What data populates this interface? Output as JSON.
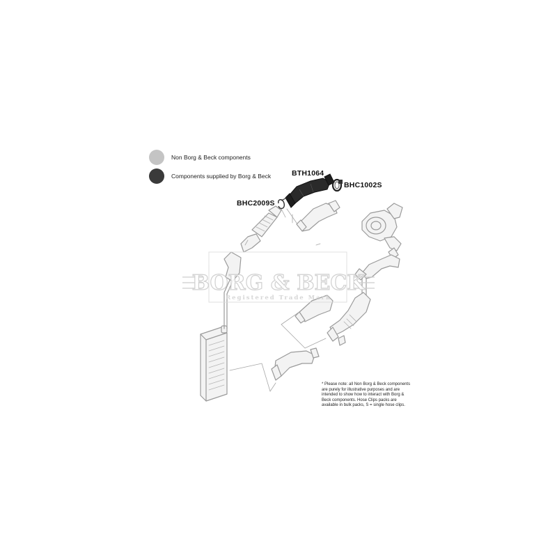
{
  "legend": {
    "items": [
      {
        "label": "Non Borg & Beck components",
        "color": "#c4c4c4"
      },
      {
        "label": "Components supplied by Borg & Beck",
        "color": "#3a3a3a"
      }
    ]
  },
  "parts": {
    "hose_label": "BTH1064",
    "hose_clip_label": "BHC1002S",
    "clip_label": "BHC2009S"
  },
  "watermark": {
    "brand": "BORG & BECK",
    "subtitle": "Registered Trade Mark"
  },
  "note": {
    "text": "* Please note: all Non Borg & Beck components are purely for illustrative purposes and are intended to show how to interact with Borg & Beck components. Hose Clips packs are available in bulk packs, S = single hose clips."
  },
  "colors": {
    "supplied": "#2a2a2a",
    "non_supplied_fill": "#f3f3f3",
    "non_supplied_stroke": "#9a9a9a",
    "watermark": "#d8d8d8"
  }
}
